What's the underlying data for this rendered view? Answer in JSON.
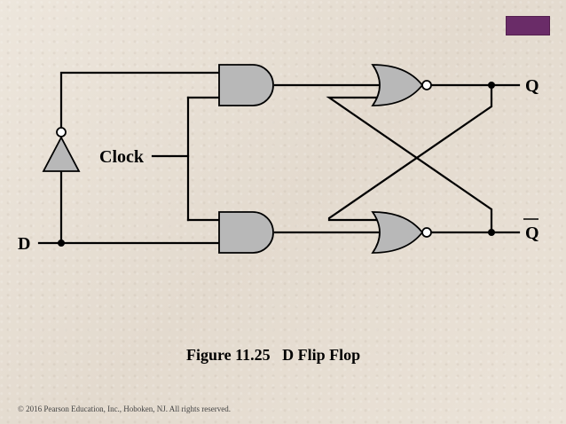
{
  "figure": {
    "caption": "Figure 11.25   D Flip Flop",
    "labels": {
      "clock": "Clock",
      "d": "D",
      "q": "Q",
      "q_bar": "Q"
    }
  },
  "footer": {
    "copyright": "© 2016 Pearson Education, Inc., Hoboken, NJ. All rights reserved."
  },
  "theme": {
    "background": "#e8e0d4",
    "accent": "#6a2c68",
    "gate_fill": "#b8b8b8",
    "line": "#000000"
  }
}
